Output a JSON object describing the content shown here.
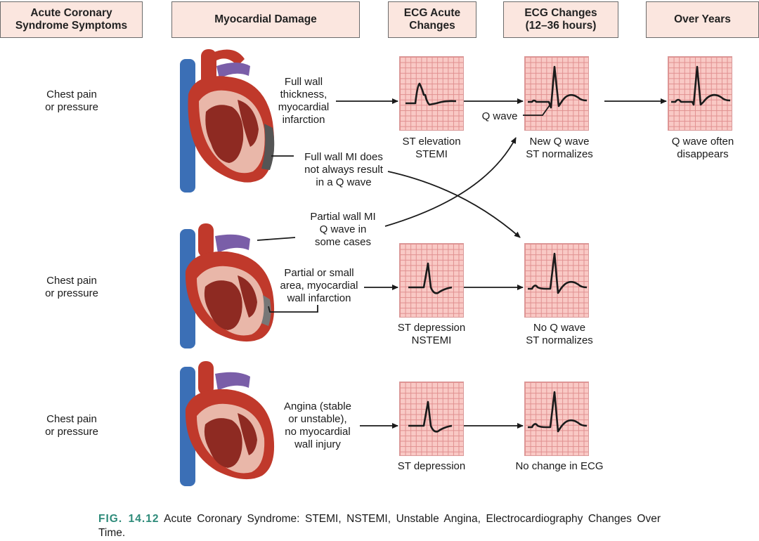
{
  "headers": [
    "Acute Coronary\nSyndrome Symptoms",
    "Myocardial Damage",
    "ECG Acute\nChanges",
    "ECG Changes\n(12–36 hours)",
    "Over Years"
  ],
  "rows": [
    {
      "symptom": "Chest pain\nor pressure",
      "damage_label": "Full wall\nthickness,\nmyocardial\ninfarction",
      "note": "Full wall MI does\nnot always result\nin a Q wave",
      "acute_label": "ST elevation\nSTEMI",
      "change_label": "New Q wave\nST normalizes",
      "q_wave_label": "Q wave",
      "years_label": "Q wave often\ndisappears"
    },
    {
      "symptom": "Chest pain\nor pressure",
      "note": "Partial wall MI\nQ wave in\nsome cases",
      "damage_label": "Partial or small\narea, myocardial\nwall infarction",
      "acute_label": "ST depression\nNSTEMI",
      "change_label": "No Q wave\nST normalizes"
    },
    {
      "symptom": "Chest pain\nor pressure",
      "damage_label": "Angina (stable\nor unstable),\nno myocardial\nwall injury",
      "acute_label": "ST depression",
      "change_label": "No change in ECG"
    }
  ],
  "caption": {
    "fig": "FIG.  14.12",
    "text": " Acute Coronary Syndrome: STEMI, NSTEMI, Unstable Angina, Electrocardiography Changes Over Time."
  },
  "colors": {
    "header_fill": "#fbe6df",
    "ecg_grid": "#f9c9c5",
    "heart_red": "#c0392b",
    "vein_blue": "#3b6fb6",
    "artery_purple": "#7a5ea8",
    "caption_accent": "#2e8b7a"
  }
}
